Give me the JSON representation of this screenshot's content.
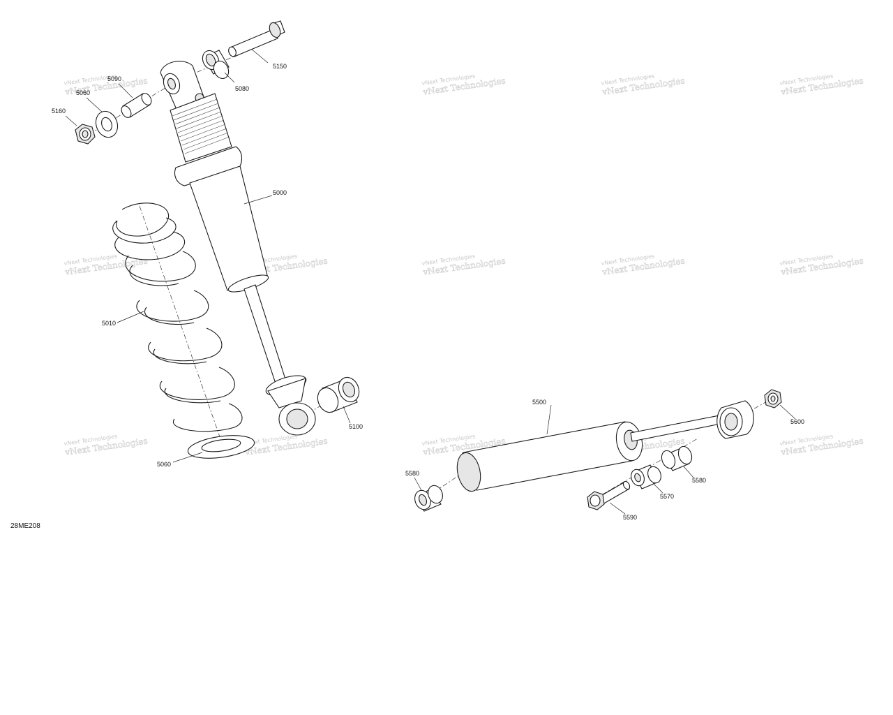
{
  "drawing_code": "28ME208",
  "watermark_text": "vNext Technologies",
  "callouts": {
    "c5150": "5150",
    "c5080": "5080",
    "c5090": "5090",
    "c5060a": "5060",
    "c5160": "5160",
    "c5000": "5000",
    "c5010": "5010",
    "c5100": "5100",
    "c5060b": "5060",
    "c5500": "5500",
    "c5600": "5600",
    "c5580a": "5580",
    "c5580b": "5580",
    "c5570": "5570",
    "c5590": "5590"
  }
}
